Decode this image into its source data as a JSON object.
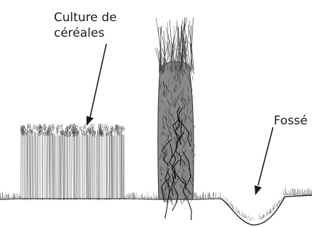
{
  "labels": {
    "culture_line1": "Culture de",
    "culture_line2": "céréales",
    "fosse": "Fossé"
  }
}
